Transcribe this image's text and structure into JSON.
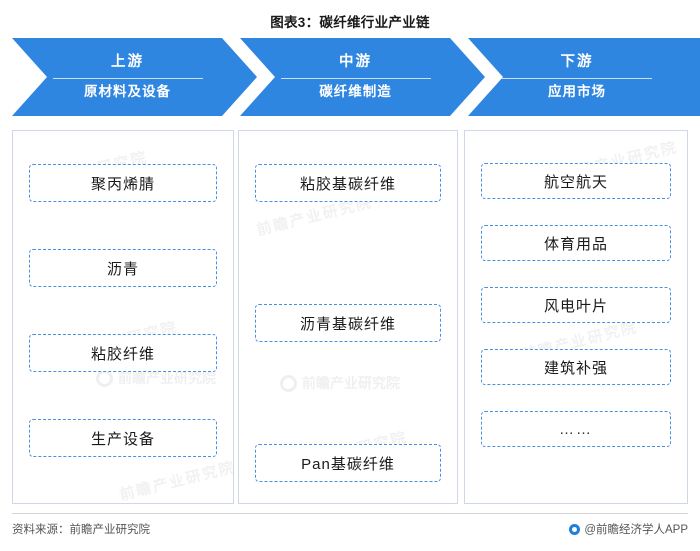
{
  "title": "图表3：碳纤维行业产业链",
  "colors": {
    "chevron_fill": "#2f86e0",
    "chevron_fill_dark": "#1f6fd0",
    "item_border": "#4a90e2",
    "column_border": "#cfd8e8",
    "brand_blue": "#1f7fe0"
  },
  "stages": [
    {
      "name": "上游",
      "subtitle": "原材料及设备",
      "items": [
        "聚丙烯腈",
        "沥青",
        "粘胶纤维",
        "生产设备"
      ]
    },
    {
      "name": "中游",
      "subtitle": "碳纤维制造",
      "items": [
        "粘胶基碳纤维",
        "沥青基碳纤维",
        "Pan基碳纤维"
      ]
    },
    {
      "name": "下游",
      "subtitle": "应用市场",
      "items": [
        "航空航天",
        "体育用品",
        "风电叶片",
        "建筑补强",
        "……"
      ]
    }
  ],
  "footer": {
    "source": "资料来源：前瞻产业研究院",
    "brand": "@前瞻经济学人APP"
  },
  "watermarks": {
    "text": "前瞻产业研究院",
    "logo_text": "前瞻产业研究院"
  }
}
